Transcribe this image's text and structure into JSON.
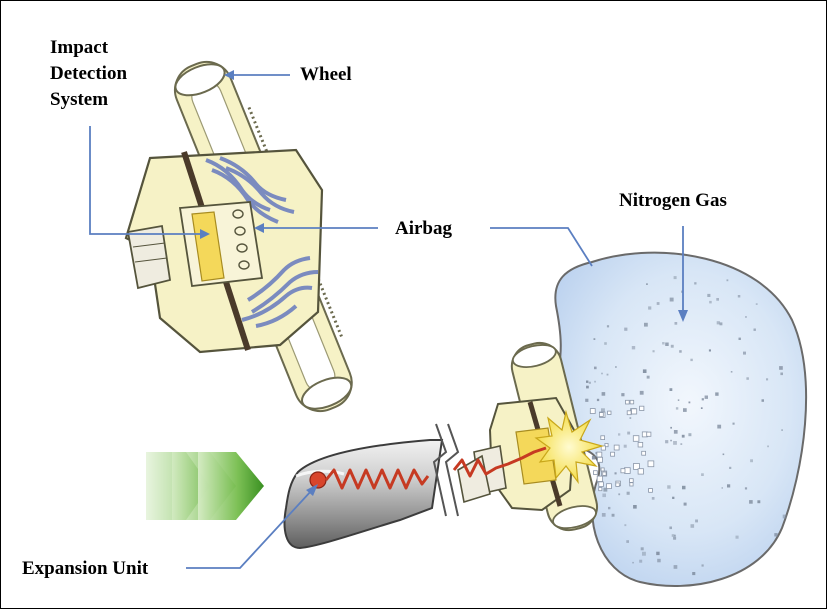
{
  "labels": {
    "impact_line1": "Impact",
    "impact_line2": "Detection",
    "impact_line3": "System",
    "wheel": "Wheel",
    "airbag": "Airbag",
    "nitrogen_gas": "Nitrogen Gas",
    "expansion_unit": "Expansion Unit"
  },
  "colors": {
    "leader_line": "#5b7fc1",
    "wheel_fill": "#f6f2c6",
    "wheel_stroke": "#6b6a4e",
    "bag_fill": "#d3e2f5",
    "airbag_fold": "#7b8bbf",
    "sensor_fill": "#f4d85a",
    "arrow_green": "#4aa12a",
    "wire_red": "#c63a22",
    "canister": "#8a8a8a"
  }
}
